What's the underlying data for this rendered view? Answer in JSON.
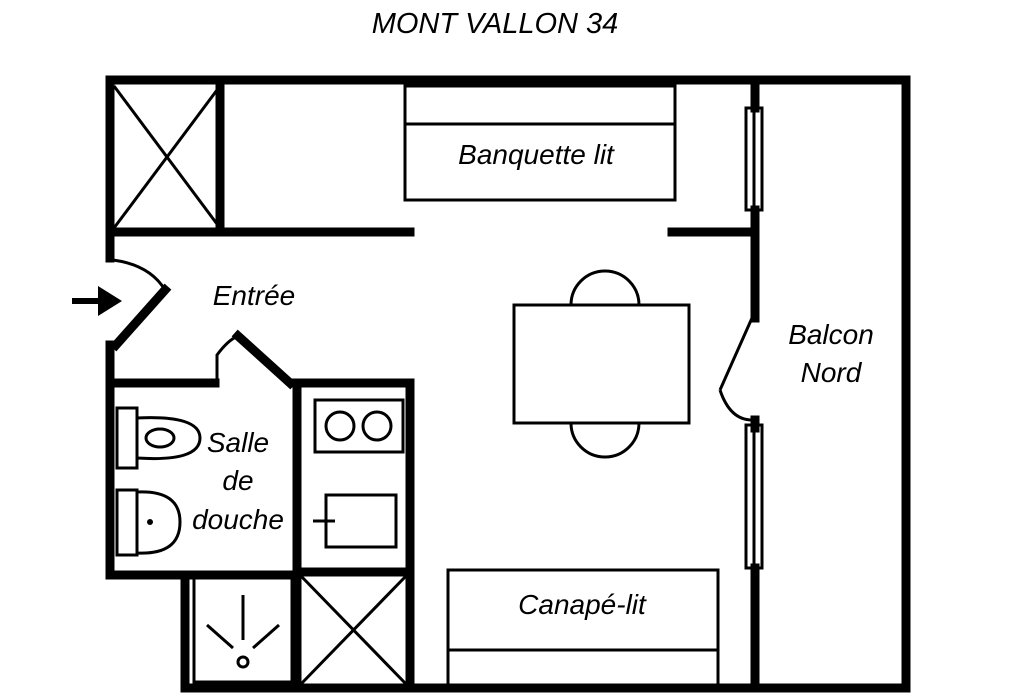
{
  "title": "MONT VALLON 34",
  "rooms": {
    "banquette": "Banquette lit",
    "entree": "Entrée",
    "balcon_line1": "Balcon",
    "balcon_line2": "Nord",
    "salle_line1": "Salle",
    "salle_line2": "de",
    "salle_line3": "douche",
    "canape": "Canapé-lit"
  },
  "icons": [
    "entry-arrow-icon",
    "toilet-icon",
    "sink-icon",
    "shower-drain-icon",
    "stove-icon"
  ]
}
